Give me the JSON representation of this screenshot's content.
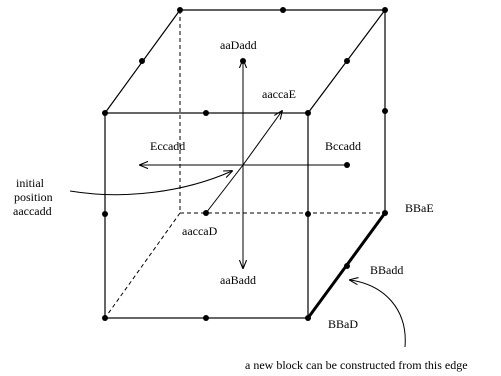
{
  "labels": {
    "top_axis": "aaDadd",
    "upper_diag": "aaccaE",
    "left_axis": "Eccadd",
    "right_axis": "Bccadd",
    "initial_line1": "initial",
    "initial_line2": "position",
    "initial_line3": "aaccadd",
    "lower_diag": "aaccaD",
    "bottom_axis": "aaBadd",
    "edge_top": "BBaE",
    "edge_mid": "BBadd",
    "edge_bottom": "BBaD",
    "caption": "a new block can be constructed from this edge"
  }
}
